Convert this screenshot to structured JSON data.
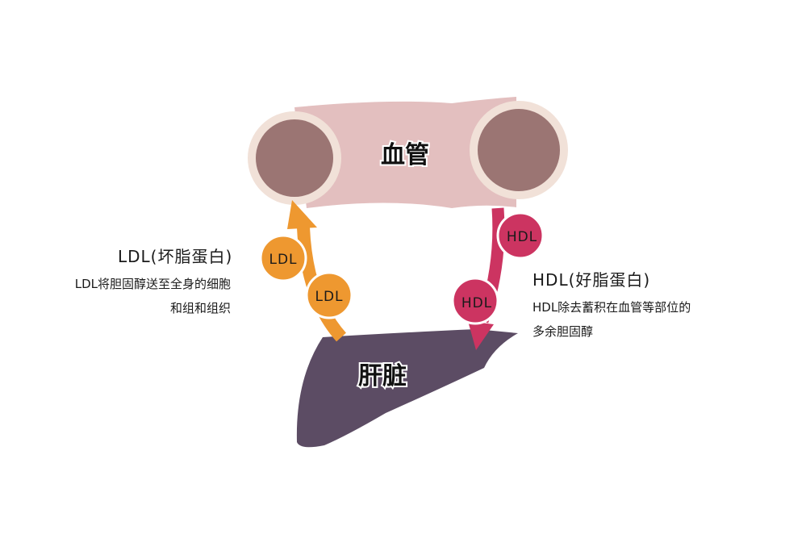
{
  "organs": {
    "vessel": "血管",
    "liver": "肝脏"
  },
  "ldl": {
    "heading": "LDL(坏脂蛋白)",
    "description_line1": "LDL将胆固醇送至全身的细胞",
    "description_line2": "和组和组织",
    "bubbles": [
      "LDL",
      "LDL"
    ]
  },
  "hdl": {
    "heading": "HDL(好脂蛋白)",
    "description_line1": "HDL除去蓄积在血管等部位的",
    "description_line2": "多余胆固醇",
    "bubbles": [
      "HDL",
      "HDL"
    ]
  },
  "colors": {
    "ldl": "#ee9830",
    "hdl": "#cc3461",
    "liver": "#5c4c64",
    "vessel_body": "#e3bfbf",
    "vessel_rim": "#f1e1d8",
    "vessel_lumen": "#9b7573"
  }
}
